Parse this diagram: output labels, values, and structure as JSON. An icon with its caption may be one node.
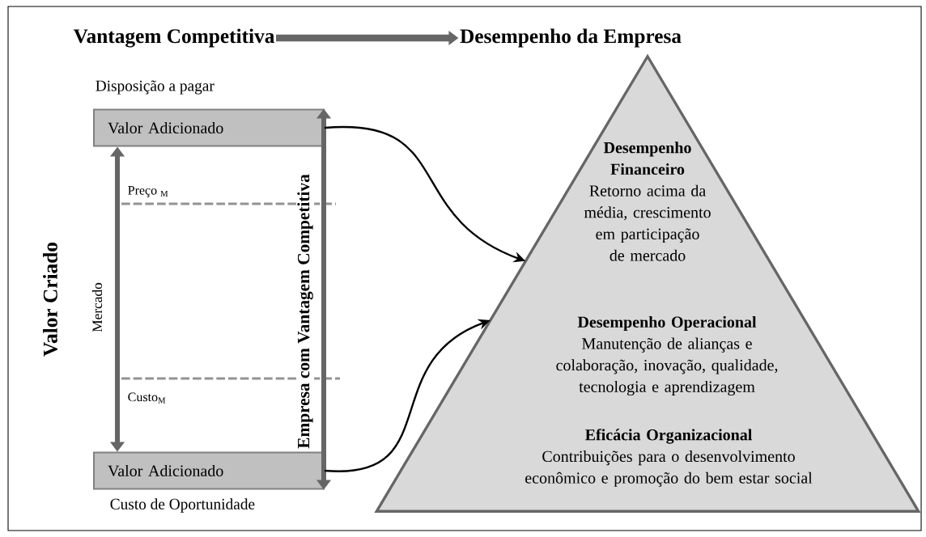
{
  "diagram": {
    "nodes": [
      {
        "text": [
          "Vantagem Competitiva"
        ]
      },
      {
        "text": [
          "Desempenho da Empresa"
        ]
      },
      {
        "text": [],
        "shape": "triangle"
      },
      {
        "text": [
          "Desempenho Financeiro",
          "Retorno acima da média, crescimento em participação de mercado"
        ],
        "in": 2
      },
      {
        "text": [
          "Desempenho Operacional",
          "Manutenção de alianças e colaboração, inovação, qualidade, tecnologia e aprendizagem"
        ],
        "in": 2
      },
      {
        "text": [
          "Eficácia Organizacional",
          "Contribuições para o desenvolvimento econômico e promoção do bem estar social"
        ],
        "in": 2
      },
      {
        "text": [
          "Valor Adicionado"
        ]
      },
      {
        "text": [
          "Valor Adicionado"
        ]
      }
    ],
    "edges": [
      {
        "from": 0,
        "to": 1,
        "arrow": "to"
      },
      {
        "from": 6,
        "to": 7,
        "arrow": "both",
        "label": "Mercado"
      },
      {
        "from": 6,
        "to": 7,
        "arrow": "both",
        "label": "Empresa com Vantagem Competitiva"
      },
      {
        "from": 6,
        "to": 2,
        "arrow": "to",
        "color": "#000000"
      },
      {
        "from": 7,
        "to": 2,
        "arrow": "to",
        "color": "#000000"
      }
    ],
    "labels": [
      "Disposição a pagar",
      "Preço $_{M}$",
      "Valor Criado",
      "Custo$_{M}$",
      "Custo de Oportunidade"
    ]
  }
}
